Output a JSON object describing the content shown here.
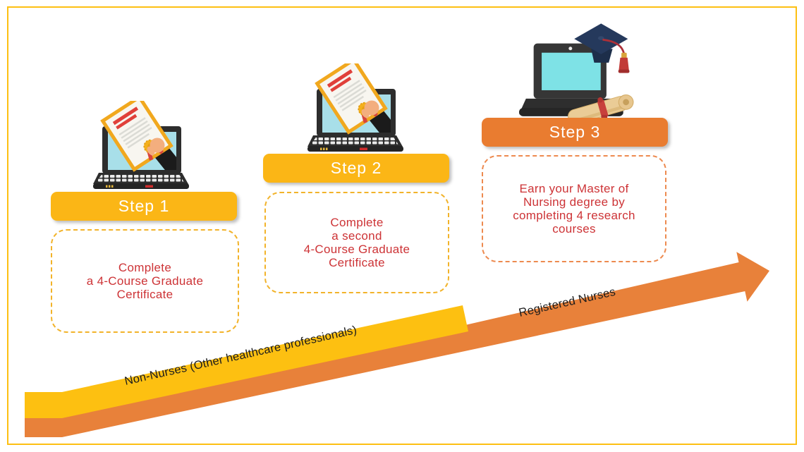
{
  "page": {
    "background_color": "#FFFFFF",
    "border_color": "#FDC013"
  },
  "steps": [
    {
      "banner_label": "Step 1",
      "description": "Complete\na 4-Course Graduate\nCertificate",
      "banner_color": "#FBB616",
      "box_border_color": "#F2B32A",
      "icon": "laptop-certificate-icon"
    },
    {
      "banner_label": "Step 2",
      "description": "Complete\na second\n4-Course Graduate\nCertificate",
      "banner_color": "#FBB616",
      "box_border_color": "#F2B32A",
      "icon": "laptop-certificate-icon"
    },
    {
      "banner_label": "Step 3",
      "description": "Earn your Master of\nNursing degree by\ncompleting 4 research\ncourses",
      "banner_color": "#E97C30",
      "box_border_color": "#ED8A4F",
      "icon": "laptop-graduation-cap-scroll-icon"
    }
  ],
  "ramp": {
    "lower_band_label": "Non-Nurses (Other healthcare professionals)",
    "upper_band_label": "Registered Nurses",
    "lower_band_color": "#FDC011",
    "upper_band_color": "#E8813A",
    "label_text_color": "#1C1C1C"
  },
  "description_text_color": "#CD3336"
}
